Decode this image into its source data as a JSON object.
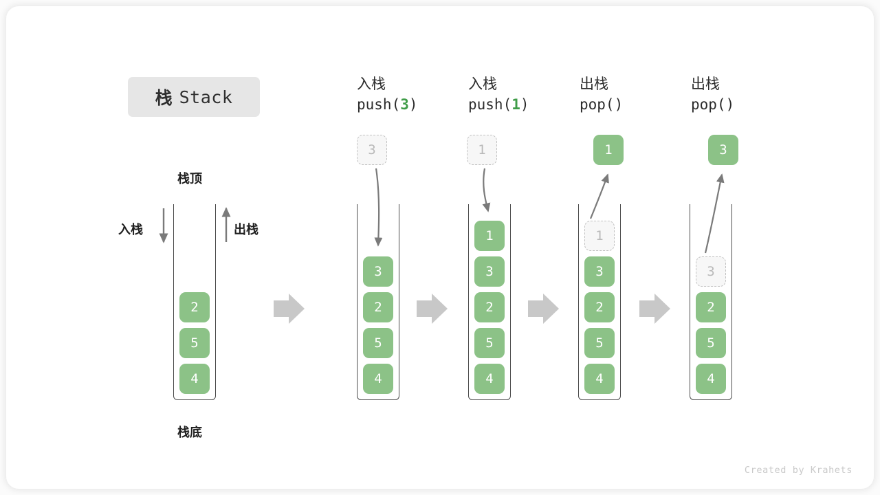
{
  "meta": {
    "credit": "Created by Krahets",
    "accent_green": "#8cc287",
    "accent_green_text": "#3f9c48",
    "arrow_gray": "#c8c8c8",
    "outline_gray": "#4a4a4a",
    "ghost_gray": "#b9b9b9"
  },
  "title": {
    "cn": "栈",
    "en": "Stack"
  },
  "legend": {
    "top_label": "栈顶",
    "bottom_label": "栈底",
    "push_label": "入栈",
    "pop_label": "出栈"
  },
  "columns": [
    {
      "id": "initial",
      "head_line1": "",
      "head_line2": "",
      "head_num": "",
      "incoming": null,
      "outgoing": null,
      "cells": [
        {
          "value": "2",
          "state": "solid"
        },
        {
          "value": "5",
          "state": "solid"
        },
        {
          "value": "4",
          "state": "solid"
        }
      ]
    },
    {
      "id": "push-3",
      "head_line1": "入栈",
      "head_line2_pre": "push(",
      "head_num": "3",
      "head_line2_post": ")",
      "incoming": {
        "value": "3",
        "state": "ghost"
      },
      "outgoing": null,
      "cells": [
        {
          "value": "3",
          "state": "solid"
        },
        {
          "value": "2",
          "state": "solid"
        },
        {
          "value": "5",
          "state": "solid"
        },
        {
          "value": "4",
          "state": "solid"
        }
      ]
    },
    {
      "id": "push-1",
      "head_line1": "入栈",
      "head_line2_pre": "push(",
      "head_num": "1",
      "head_line2_post": ")",
      "incoming": {
        "value": "1",
        "state": "ghost"
      },
      "outgoing": null,
      "cells": [
        {
          "value": "1",
          "state": "solid"
        },
        {
          "value": "3",
          "state": "solid"
        },
        {
          "value": "2",
          "state": "solid"
        },
        {
          "value": "5",
          "state": "solid"
        },
        {
          "value": "4",
          "state": "solid"
        }
      ]
    },
    {
      "id": "pop-1",
      "head_line1": "出栈",
      "head_line2_pre": "pop(",
      "head_num": "",
      "head_line2_post": ")",
      "incoming": null,
      "outgoing": {
        "value": "1",
        "state": "solid"
      },
      "cells": [
        {
          "value": "1",
          "state": "ghost"
        },
        {
          "value": "3",
          "state": "solid"
        },
        {
          "value": "2",
          "state": "solid"
        },
        {
          "value": "5",
          "state": "solid"
        },
        {
          "value": "4",
          "state": "solid"
        }
      ]
    },
    {
      "id": "pop-3",
      "head_line1": "出栈",
      "head_line2_pre": "pop(",
      "head_num": "",
      "head_line2_post": ")",
      "incoming": null,
      "outgoing": {
        "value": "3",
        "state": "solid"
      },
      "cells": [
        {
          "value": "3",
          "state": "ghost"
        },
        {
          "value": "2",
          "state": "solid"
        },
        {
          "value": "5",
          "state": "solid"
        },
        {
          "value": "4",
          "state": "solid"
        }
      ]
    }
  ]
}
